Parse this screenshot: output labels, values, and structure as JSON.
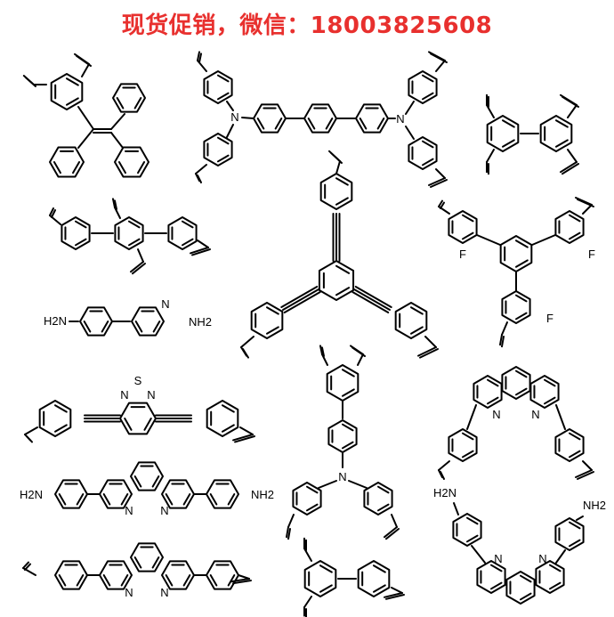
{
  "banner": {
    "text": "现货促销，微信：18003825608",
    "color": "#e8302e"
  },
  "atom_labels": {
    "nitrogen": "N",
    "sulfur": "S",
    "fluorine": "F",
    "amine": "H2N",
    "amine_right": "NH2"
  },
  "structures": [
    "tetraphenylethylene-dialdehyde",
    "tetra-aldehyde-triphenylamine-dimer",
    "biphenyl-tetra-aldehyde",
    "terphenyl-tetra-aldehyde",
    "tris-ethynyl-benzaldehyde",
    "fluoro-terphenyl-tri-aldehyde",
    "aminophenyl-aminopyridine",
    "benzothiadiazole-bis-ethynyl-dialdehyde",
    "triphenylamine-tetra-aldehyde",
    "phenanthroline-dialdehyde-2-9",
    "phenanthroline-diamine-3-8",
    "phenanthroline-diamine-2-9",
    "phenanthroline-dialdehyde-3-8",
    "biphenyl-tri-aldehyde"
  ]
}
